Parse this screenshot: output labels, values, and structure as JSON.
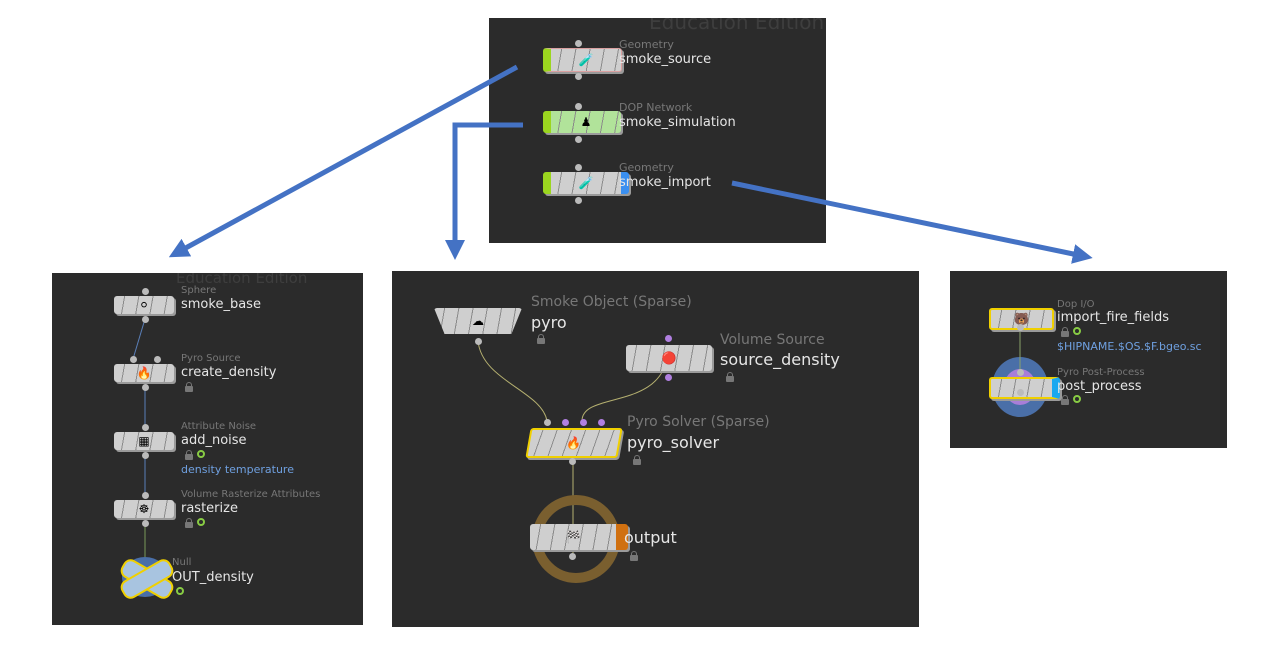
{
  "watermark": "Education Edition",
  "arrow_color": "#4472c4",
  "obj_network": {
    "nodes": [
      {
        "type": "Geometry",
        "name": "smoke_source",
        "icon": "geometry-icon"
      },
      {
        "type": "DOP Network",
        "name": "smoke_simulation",
        "icon": "dop-network-icon"
      },
      {
        "type": "Geometry",
        "name": "smoke_import",
        "icon": "geometry-icon"
      }
    ]
  },
  "sop_source": {
    "nodes": [
      {
        "type": "Sphere",
        "name": "smoke_base",
        "icon": "sphere-icon"
      },
      {
        "type": "Pyro Source",
        "name": "create_density",
        "icon": "fire-icon"
      },
      {
        "type": "Attribute Noise",
        "name": "add_noise",
        "icon": "noise-icon",
        "note": "density temperature"
      },
      {
        "type": "Volume Rasterize Attributes",
        "name": "rasterize",
        "icon": "rasterize-icon"
      },
      {
        "type": "Null",
        "name": "OUT_density",
        "icon": "null-icon"
      }
    ]
  },
  "dop_sim": {
    "nodes": [
      {
        "type": "Smoke Object (Sparse)",
        "name": "pyro",
        "icon": "cloud-icon"
      },
      {
        "type": "Volume Source",
        "name": "source_density",
        "icon": "volume-source-icon"
      },
      {
        "type": "Pyro Solver (Sparse)",
        "name": "pyro_solver",
        "icon": "pyro-solver-icon"
      },
      {
        "type": "",
        "name": "output",
        "icon": "output-flag-icon"
      }
    ]
  },
  "sop_import": {
    "nodes": [
      {
        "type": "Dop I/O",
        "name": "import_fire_fields",
        "icon": "dop-io-icon",
        "note": "$HIPNAME.$OS.$F.bgeo.sc"
      },
      {
        "type": "Pyro Post-Process",
        "name": "post_process",
        "icon": "post-process-icon"
      }
    ]
  }
}
